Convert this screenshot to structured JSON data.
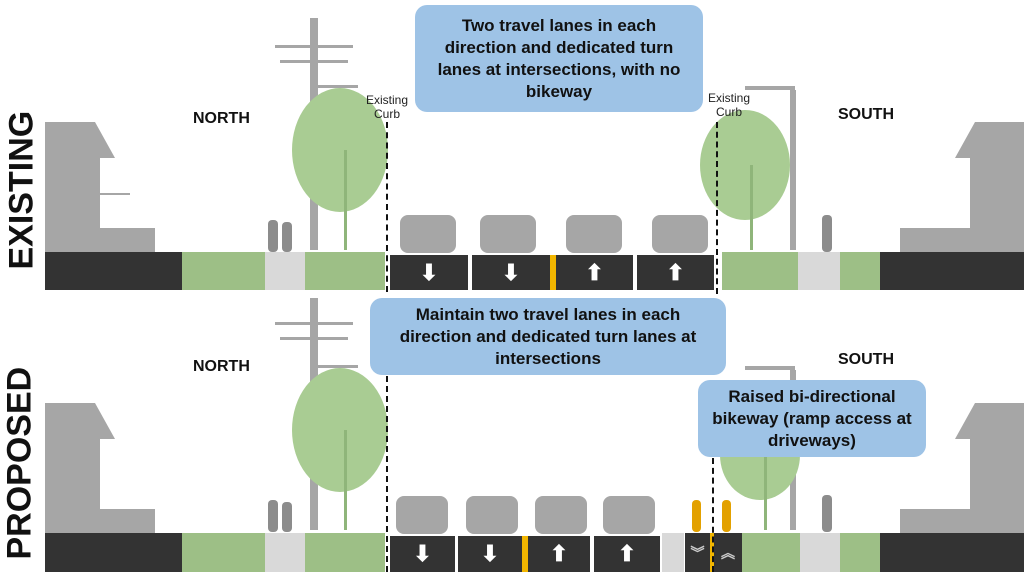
{
  "existing": {
    "section_label": "EXISTING",
    "north_label": "NORTH",
    "south_label": "SOUTH",
    "curb_left": "Existing Curb",
    "curb_right": "Existing Curb",
    "callout": "Two travel lanes in each direction and dedicated turn lanes at intersections, with no bikeway",
    "lane_arrows": [
      "⬇",
      "⬇",
      "⬆",
      "⬆"
    ]
  },
  "proposed": {
    "section_label": "PROPOSED",
    "north_label": "NORTH",
    "south_label": "SOUTH",
    "callout": "Maintain two travel lanes in each direction and dedicated turn lanes at intersections",
    "bikeway_callout": "Raised bi-directional bikeway (ramp access at driveways)",
    "lane_arrows": [
      "⬇",
      "⬇",
      "⬆",
      "⬆"
    ],
    "bike_arrows": [
      "︾",
      "︽"
    ]
  },
  "colors": {
    "road": "#333333",
    "planting": "#9dbf86",
    "sidewalk": "#d9d9d9",
    "centerline": "#f2b600",
    "callout": "#9ec3e6",
    "cyclist": "#e3a100"
  }
}
